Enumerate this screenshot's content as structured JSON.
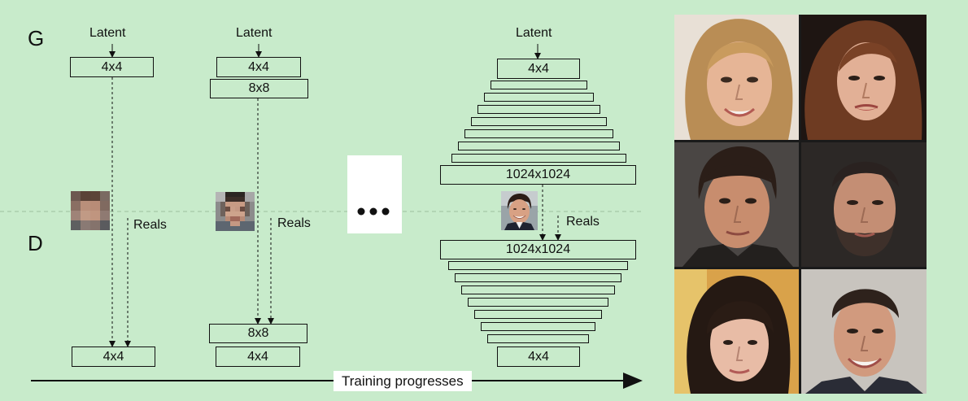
{
  "labels": {
    "generator": "G",
    "discriminator": "D",
    "latent": "Latent",
    "reals": "Reals",
    "ellipsis": "• • •",
    "training": "Training progresses"
  },
  "stages": [
    {
      "generator_blocks": [
        "4x4"
      ],
      "discriminator_blocks": [
        "4x4"
      ],
      "real_sample_resolution": "4x4"
    },
    {
      "generator_blocks": [
        "4x4",
        "8x8"
      ],
      "discriminator_blocks": [
        "8x8",
        "4x4"
      ],
      "real_sample_resolution": "8x8"
    },
    {
      "generator_blocks": [
        "4x4",
        "",
        "",
        "",
        "",
        "",
        "",
        "",
        "1024x1024"
      ],
      "discriminator_blocks": [
        "1024x1024",
        "",
        "",
        "",
        "",
        "",
        "",
        "",
        "",
        "4x4"
      ],
      "real_sample_resolution": "1024x1024"
    }
  ],
  "colors": {
    "background": "#c8ebcb",
    "line": "#111111"
  },
  "sample_faces": [
    "woman-blonde-smiling",
    "woman-brunette-wavy",
    "man-dark-hair",
    "man-beard",
    "woman-dark-bangs",
    "man-smiling"
  ]
}
